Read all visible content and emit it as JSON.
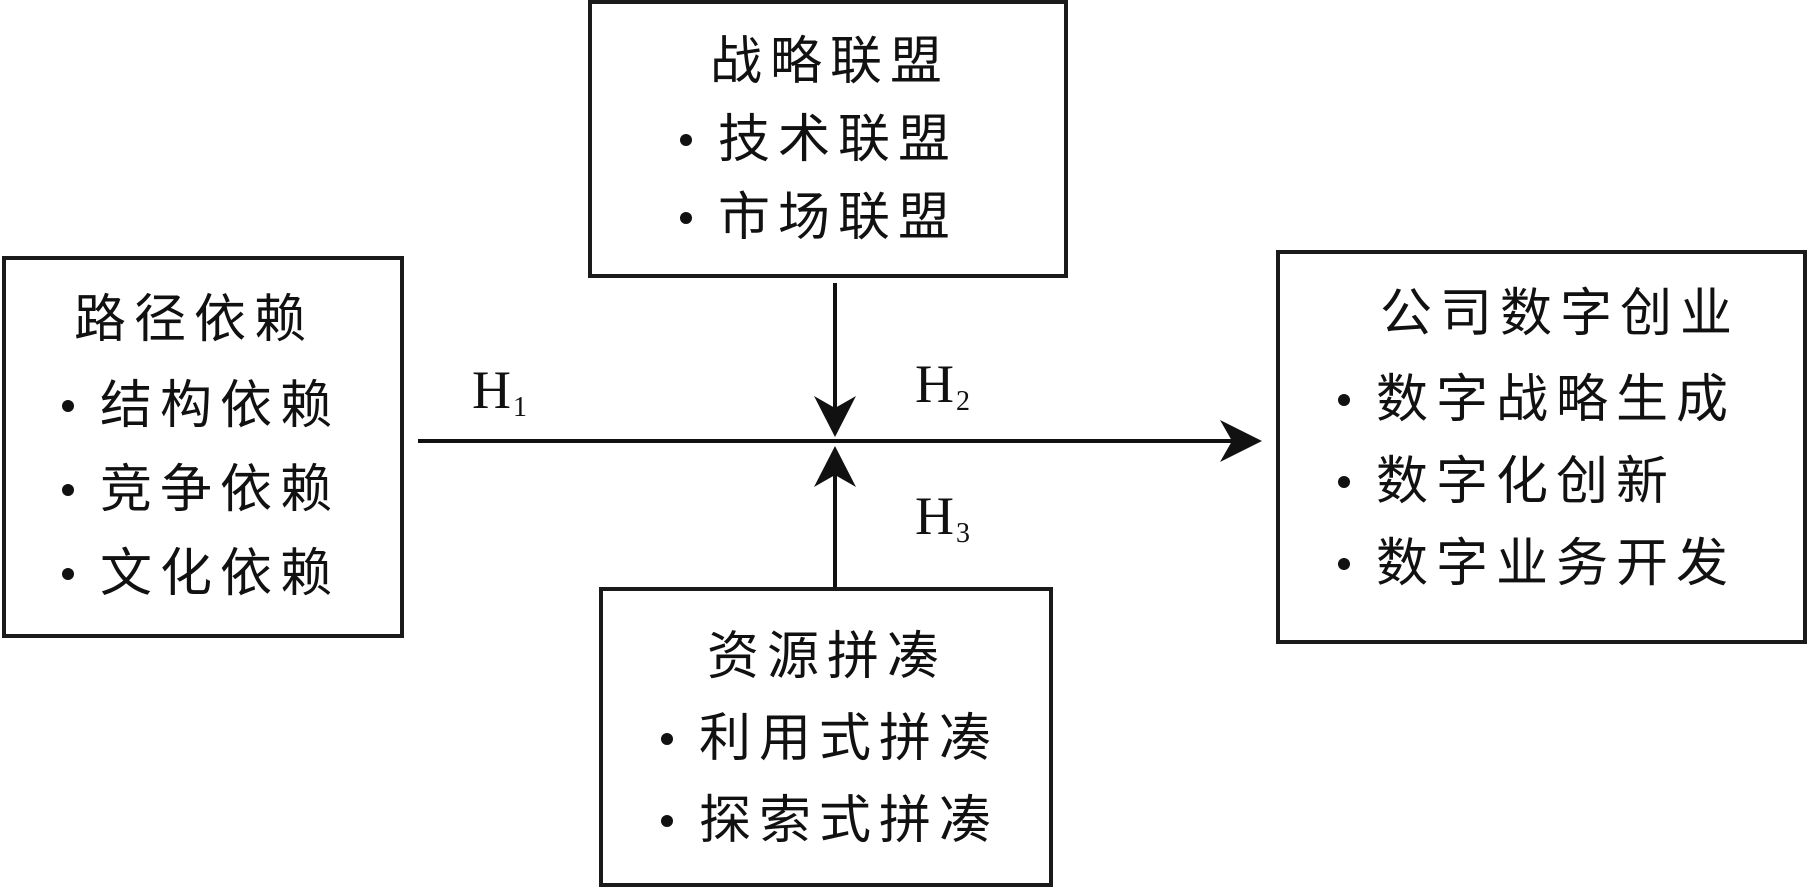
{
  "diagram": {
    "path_dependence": {
      "title": "路径依赖",
      "items": [
        "结构依赖",
        "竞争依赖",
        "文化依赖"
      ]
    },
    "strategic_alliance": {
      "title": "战略联盟",
      "items": [
        "技术联盟",
        "市场联盟"
      ]
    },
    "resource_bricolage": {
      "title": "资源拼凑",
      "items": [
        "利用式拼凑",
        "探索式拼凑"
      ]
    },
    "corporate_digital_entrepreneurship": {
      "title": "公司数字创业",
      "items": [
        "数字战略生成",
        "数字化创新",
        "数字业务开发"
      ]
    },
    "hypotheses": {
      "h1": {
        "letter": "H",
        "num": "1"
      },
      "h2": {
        "letter": "H",
        "num": "2"
      },
      "h3": {
        "letter": "H",
        "num": "3"
      }
    }
  }
}
